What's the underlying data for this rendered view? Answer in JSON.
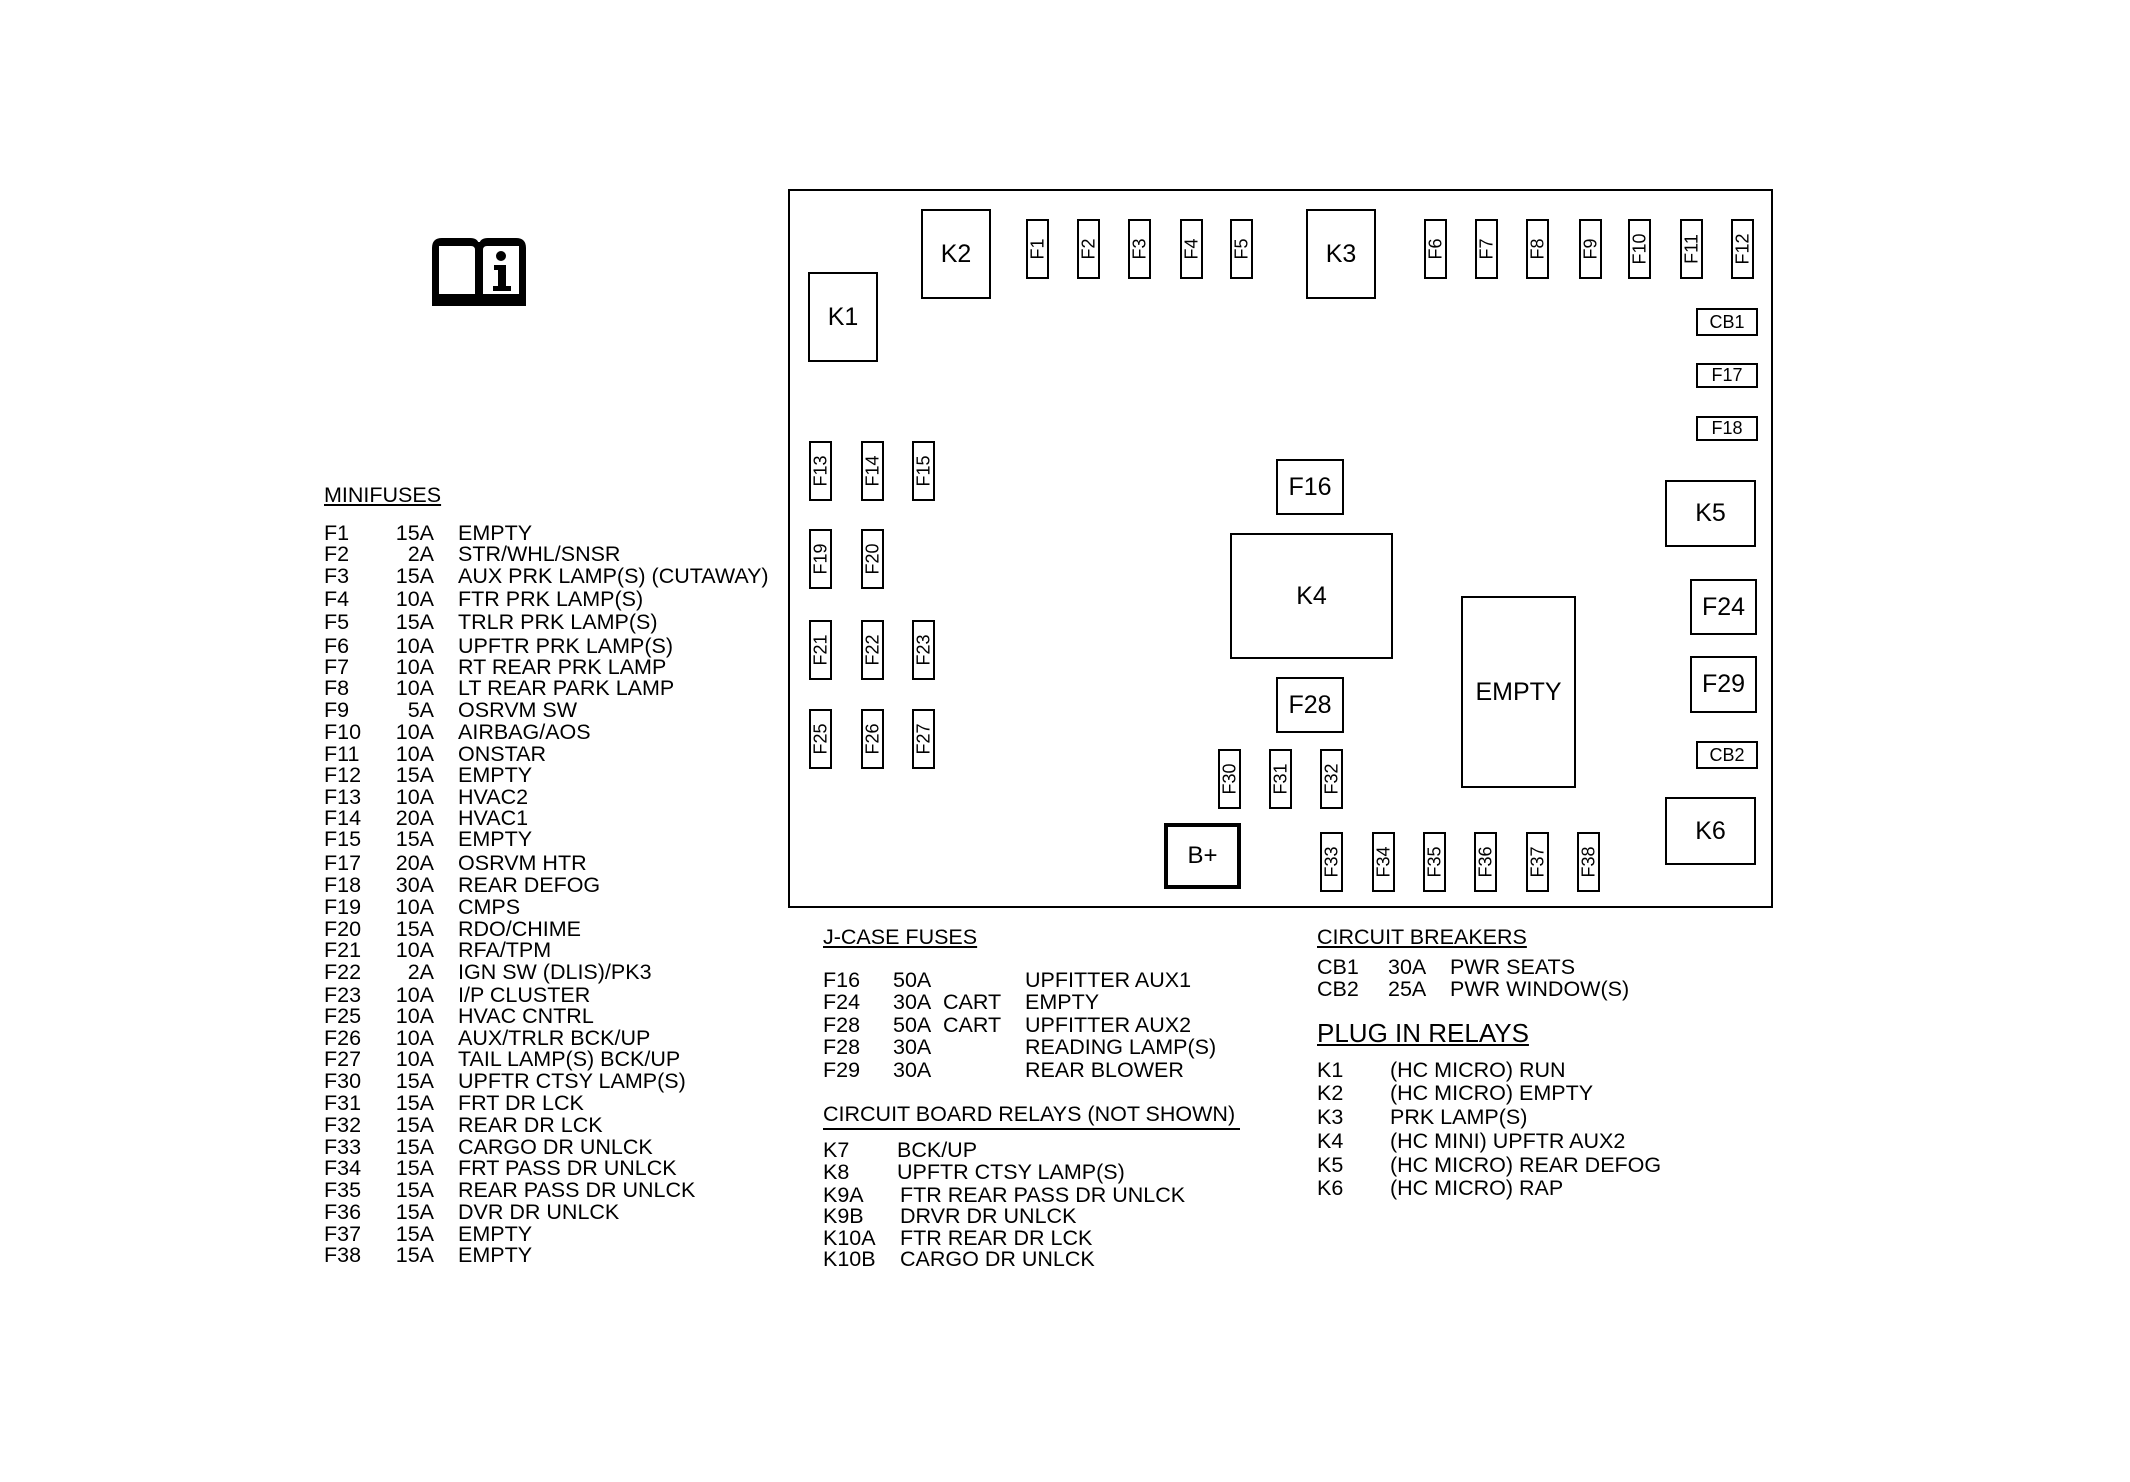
{
  "minifuses": {
    "heading": "MINIFUSES",
    "rows": [
      {
        "id": "F1",
        "amp": "15A",
        "desc": "EMPTY"
      },
      {
        "id": "F2",
        "amp": "2A",
        "desc": "STR/WHL/SNSR"
      },
      {
        "id": "F3",
        "amp": "15A",
        "desc": "AUX PRK LAMP(S) (CUTAWAY)"
      },
      {
        "id": "F4",
        "amp": "10A",
        "desc": "FTR PRK LAMP(S)"
      },
      {
        "id": "F5",
        "amp": "15A",
        "desc": "TRLR PRK LAMP(S)"
      },
      {
        "id": "F6",
        "amp": "10A",
        "desc": "UPFTR PRK LAMP(S)"
      },
      {
        "id": "F7",
        "amp": "10A",
        "desc": "RT REAR PRK LAMP"
      },
      {
        "id": "F8",
        "amp": "10A",
        "desc": "LT REAR PARK LAMP"
      },
      {
        "id": "F9",
        "amp": "5A",
        "desc": "OSRVM SW"
      },
      {
        "id": "F10",
        "amp": "10A",
        "desc": "AIRBAG/AOS"
      },
      {
        "id": "F11",
        "amp": "10A",
        "desc": "ONSTAR"
      },
      {
        "id": "F12",
        "amp": "15A",
        "desc": "EMPTY"
      },
      {
        "id": "F13",
        "amp": "10A",
        "desc": "HVAC2"
      },
      {
        "id": "F14",
        "amp": "20A",
        "desc": "HVAC1"
      },
      {
        "id": "F15",
        "amp": "15A",
        "desc": "EMPTY"
      },
      {
        "id": "F17",
        "amp": "20A",
        "desc": "OSRVM HTR"
      },
      {
        "id": "F18",
        "amp": "30A",
        "desc": "REAR DEFOG"
      },
      {
        "id": "F19",
        "amp": "10A",
        "desc": "CMPS"
      },
      {
        "id": "F20",
        "amp": "15A",
        "desc": "RDO/CHIME"
      },
      {
        "id": "F21",
        "amp": "10A",
        "desc": "RFA/TPM"
      },
      {
        "id": "F22",
        "amp": "2A",
        "desc": "IGN SW (DLIS)/PK3"
      },
      {
        "id": "F23",
        "amp": "10A",
        "desc": "I/P CLUSTER"
      },
      {
        "id": "F25",
        "amp": "10A",
        "desc": "HVAC CNTRL"
      },
      {
        "id": "F26",
        "amp": "10A",
        "desc": "AUX/TRLR BCK/UP"
      },
      {
        "id": "F27",
        "amp": "10A",
        "desc": "TAIL LAMP(S) BCK/UP"
      },
      {
        "id": "F30",
        "amp": "15A",
        "desc": "UPFTR CTSY LAMP(S)"
      },
      {
        "id": "F31",
        "amp": "15A",
        "desc": "FRT DR LCK"
      },
      {
        "id": "F32",
        "amp": "15A",
        "desc": "REAR DR LCK"
      },
      {
        "id": "F33",
        "amp": "15A",
        "desc": "CARGO DR UNLCK"
      },
      {
        "id": "F34",
        "amp": "15A",
        "desc": "FRT PASS DR UNLCK"
      },
      {
        "id": "F35",
        "amp": "15A",
        "desc": "REAR PASS DR UNLCK"
      },
      {
        "id": "F36",
        "amp": "15A",
        "desc": "DVR DR UNLCK"
      },
      {
        "id": "F37",
        "amp": "15A",
        "desc": "EMPTY"
      },
      {
        "id": "F38",
        "amp": "15A",
        "desc": "EMPTY"
      }
    ]
  },
  "jcase": {
    "heading": "J-CASE FUSES",
    "rows": [
      {
        "id": "F16",
        "amp": "50A",
        "type": "",
        "desc": "UPFITTER AUX1"
      },
      {
        "id": "F24",
        "amp": "30A",
        "type": "CART",
        "desc": "EMPTY"
      },
      {
        "id": "F28",
        "amp": "50A",
        "type": "CART",
        "desc": "UPFITTER AUX2"
      },
      {
        "id": "F28",
        "amp": "30A",
        "type": "",
        "desc": "READING LAMP(S)"
      },
      {
        "id": "F29",
        "amp": "30A",
        "type": "",
        "desc": "REAR BLOWER"
      }
    ]
  },
  "board_relays": {
    "heading": "CIRCUIT BOARD RELAYS (NOT SHOWN)",
    "rows": [
      {
        "id": "K7",
        "desc": "BCK/UP"
      },
      {
        "id": "K8",
        "desc": "UPFTR CTSY LAMP(S)"
      },
      {
        "id": "K9A",
        "desc": "FTR REAR PASS DR UNLCK"
      },
      {
        "id": "K9B",
        "desc": "DRVR DR UNLCK"
      },
      {
        "id": "K10A",
        "desc": "FTR REAR DR LCK"
      },
      {
        "id": "K10B",
        "desc": "CARGO DR UNLCK"
      }
    ]
  },
  "breakers": {
    "heading": "CIRCUIT BREAKERS",
    "rows": [
      {
        "id": "CB1",
        "amp": "30A",
        "desc": "PWR SEATS"
      },
      {
        "id": "CB2",
        "amp": "25A",
        "desc": "PWR WINDOW(S)"
      }
    ]
  },
  "plug_relays": {
    "heading": "PLUG IN RELAYS",
    "rows": [
      {
        "id": "K1",
        "desc": "(HC MICRO) RUN"
      },
      {
        "id": "K2",
        "desc": "(HC MICRO) EMPTY"
      },
      {
        "id": "K3",
        "desc": "PRK LAMP(S)"
      },
      {
        "id": "K4",
        "desc": "(HC MINI) UPFTR AUX2"
      },
      {
        "id": "K5",
        "desc": "(HC MICRO) REAR DEFOG"
      },
      {
        "id": "K6",
        "desc": "(HC MICRO) RAP"
      }
    ]
  },
  "diagram": {
    "relays": {
      "K1": "K1",
      "K2": "K2",
      "K3": "K3",
      "K4": "K4",
      "K5": "K5",
      "K6": "K6"
    },
    "jcase": {
      "F16": "F16",
      "F24": "F24",
      "F28": "F28",
      "F29": "F29"
    },
    "breakers": {
      "CB1": "CB1",
      "CB2": "CB2"
    },
    "hfuses": {
      "F17": "F17",
      "F18": "F18"
    },
    "empty_label": "EMPTY",
    "bplus_label": "B+",
    "vfuses": {
      "F1": "F1",
      "F2": "F2",
      "F3": "F3",
      "F4": "F4",
      "F5": "F5",
      "F6": "F6",
      "F7": "F7",
      "F8": "F8",
      "F9": "F9",
      "F10": "F10",
      "F11": "F11",
      "F12": "F12",
      "F13": "F13",
      "F14": "F14",
      "F15": "F15",
      "F19": "F19",
      "F20": "F20",
      "F21": "F21",
      "F22": "F22",
      "F23": "F23",
      "F25": "F25",
      "F26": "F26",
      "F27": "F27",
      "F30": "F30",
      "F31": "F31",
      "F32": "F32",
      "F33": "F33",
      "F34": "F34",
      "F35": "F35",
      "F36": "F36",
      "F37": "F37",
      "F38": "F38"
    }
  },
  "icon": "manual-info-icon"
}
